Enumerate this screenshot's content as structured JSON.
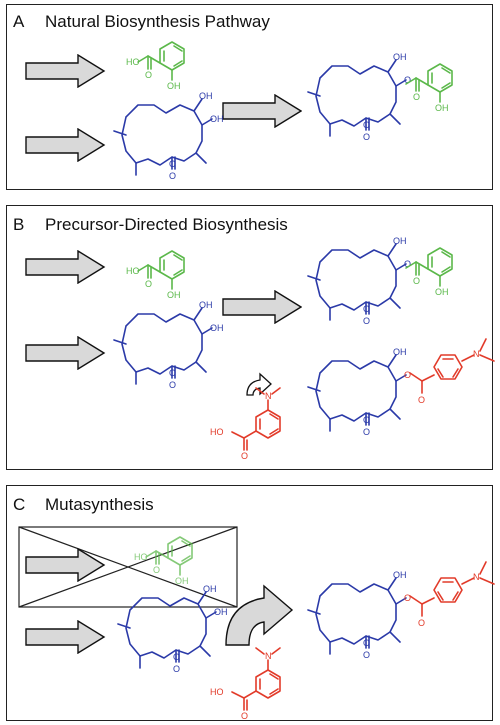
{
  "panels": [
    {
      "letter": "A",
      "title": "Natural Biosynthesis Pathway"
    },
    {
      "letter": "B",
      "title": "Precursor-Directed Biosynthesis"
    },
    {
      "letter": "C",
      "title": "Mutasynthesis"
    }
  ],
  "atoms": {
    "oh": "OH",
    "ho": "HO",
    "o": "O",
    "n": "N"
  },
  "colors": {
    "macrolide": "#2b3aa8",
    "natural_precursor": "#5bb84a",
    "unnatural_precursor": "#e23b2a",
    "arrow_fill": "#d9d9d9"
  }
}
